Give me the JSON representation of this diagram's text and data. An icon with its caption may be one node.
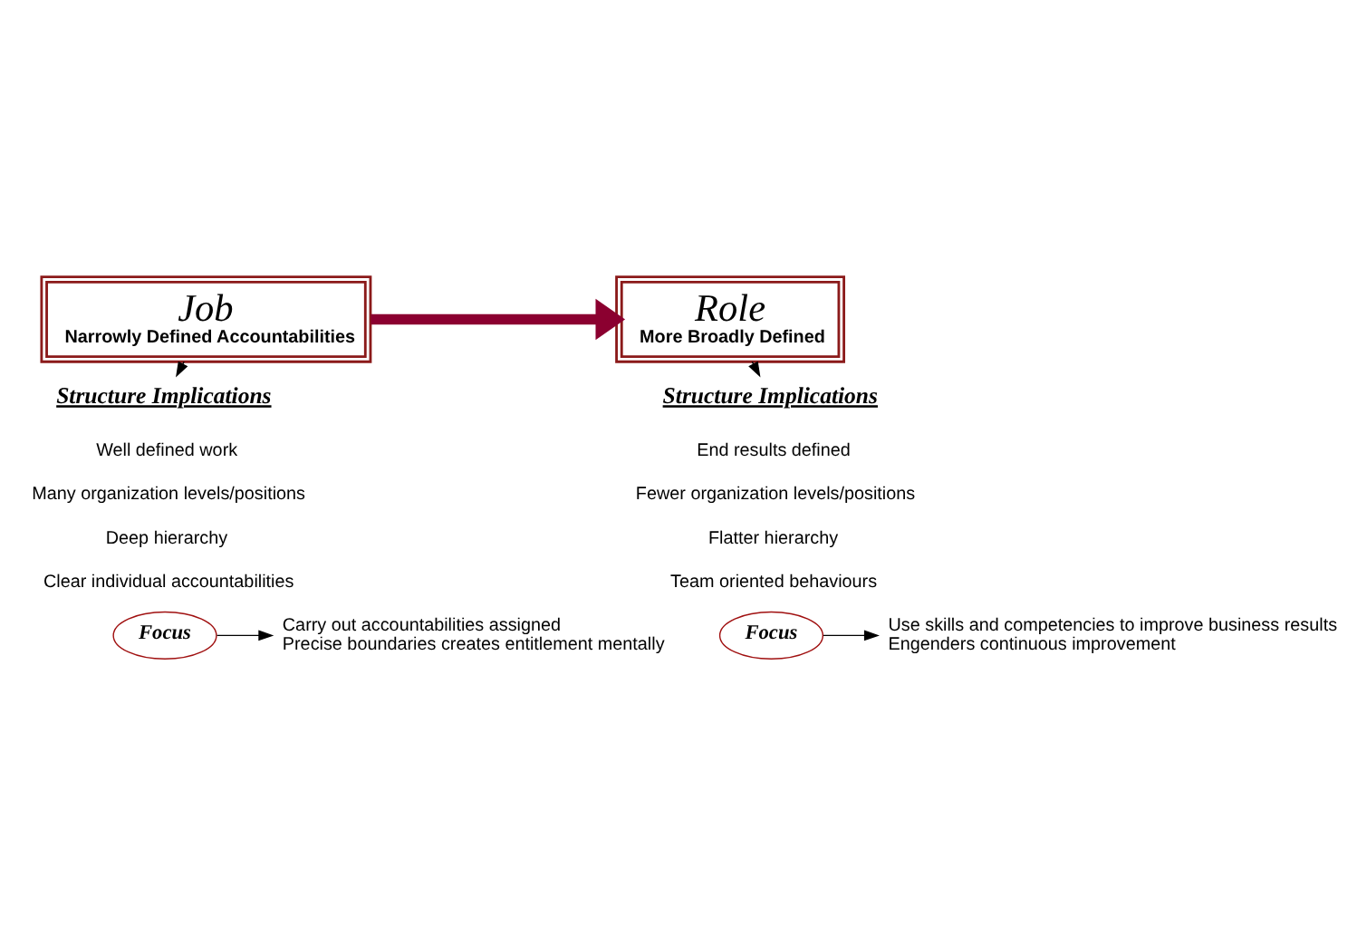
{
  "diagram": {
    "nodes": [
      {
        "text": [
          "Job",
          "Narrowly Defined Accountabilities"
        ]
      },
      {
        "text": [
          "Role",
          "More Broadly Defined"
        ]
      },
      {
        "text": [
          "Structure Implications"
        ]
      },
      {
        "text": [
          "Structure Implications"
        ]
      },
      {
        "text": [
          "Focus"
        ]
      },
      {
        "text": [
          "Carry out accountabilities assigned",
          "Precise boundaries creates entitlement mentally"
        ]
      },
      {
        "text": [
          "Focus"
        ]
      },
      {
        "text": [
          "Use skills and competencies to improve business results",
          "Engenders continuous improvement"
        ]
      }
    ],
    "edges": [
      {
        "from": 0,
        "to": 1,
        "arrow": "to",
        "style": "thick",
        "color": "#8b0030"
      },
      {
        "from": 0,
        "to": 2,
        "arrow": "to"
      },
      {
        "from": 1,
        "to": 3,
        "arrow": "to"
      },
      {
        "from": 4,
        "to": 5,
        "arrow": "to"
      },
      {
        "from": 6,
        "to": 7,
        "arrow": "to"
      }
    ],
    "labels": [
      "Well defined work",
      "Many organization levels/positions",
      "Deep hierarchy",
      "Clear individual accountabilities",
      "End results defined",
      "Fewer organization levels/positions",
      "Flatter hierarchy",
      "Team oriented behaviours"
    ]
  }
}
